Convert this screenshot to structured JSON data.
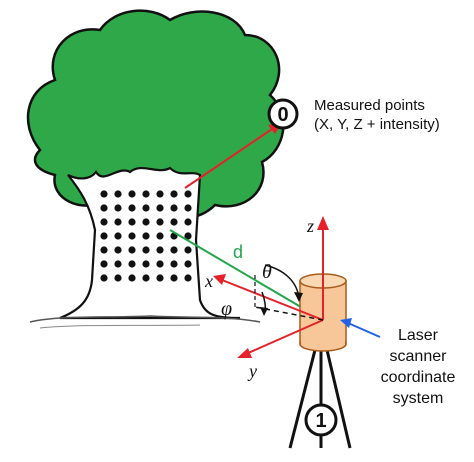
{
  "diagram": {
    "markers": {
      "measured": "0",
      "scanner": "1"
    },
    "measured_points_line1": "Measured points",
    "measured_points_line2": "(X, Y, Z + intensity)",
    "scanner_label": [
      "Laser",
      "scanner",
      "coordinate",
      "system"
    ],
    "axes": {
      "z": "z",
      "x": "x",
      "y": "y"
    },
    "distance_label": "d",
    "theta_label": "θ",
    "phi_label": "φ",
    "colors": {
      "foliage": "#2ea848",
      "outline": "#111111",
      "axis_red": "#e5212a",
      "distance_green": "#23a64b",
      "pointer_blue": "#2360e8",
      "scanner_body": "#f7c79a",
      "scanner_edge": "#a85a1a"
    }
  }
}
